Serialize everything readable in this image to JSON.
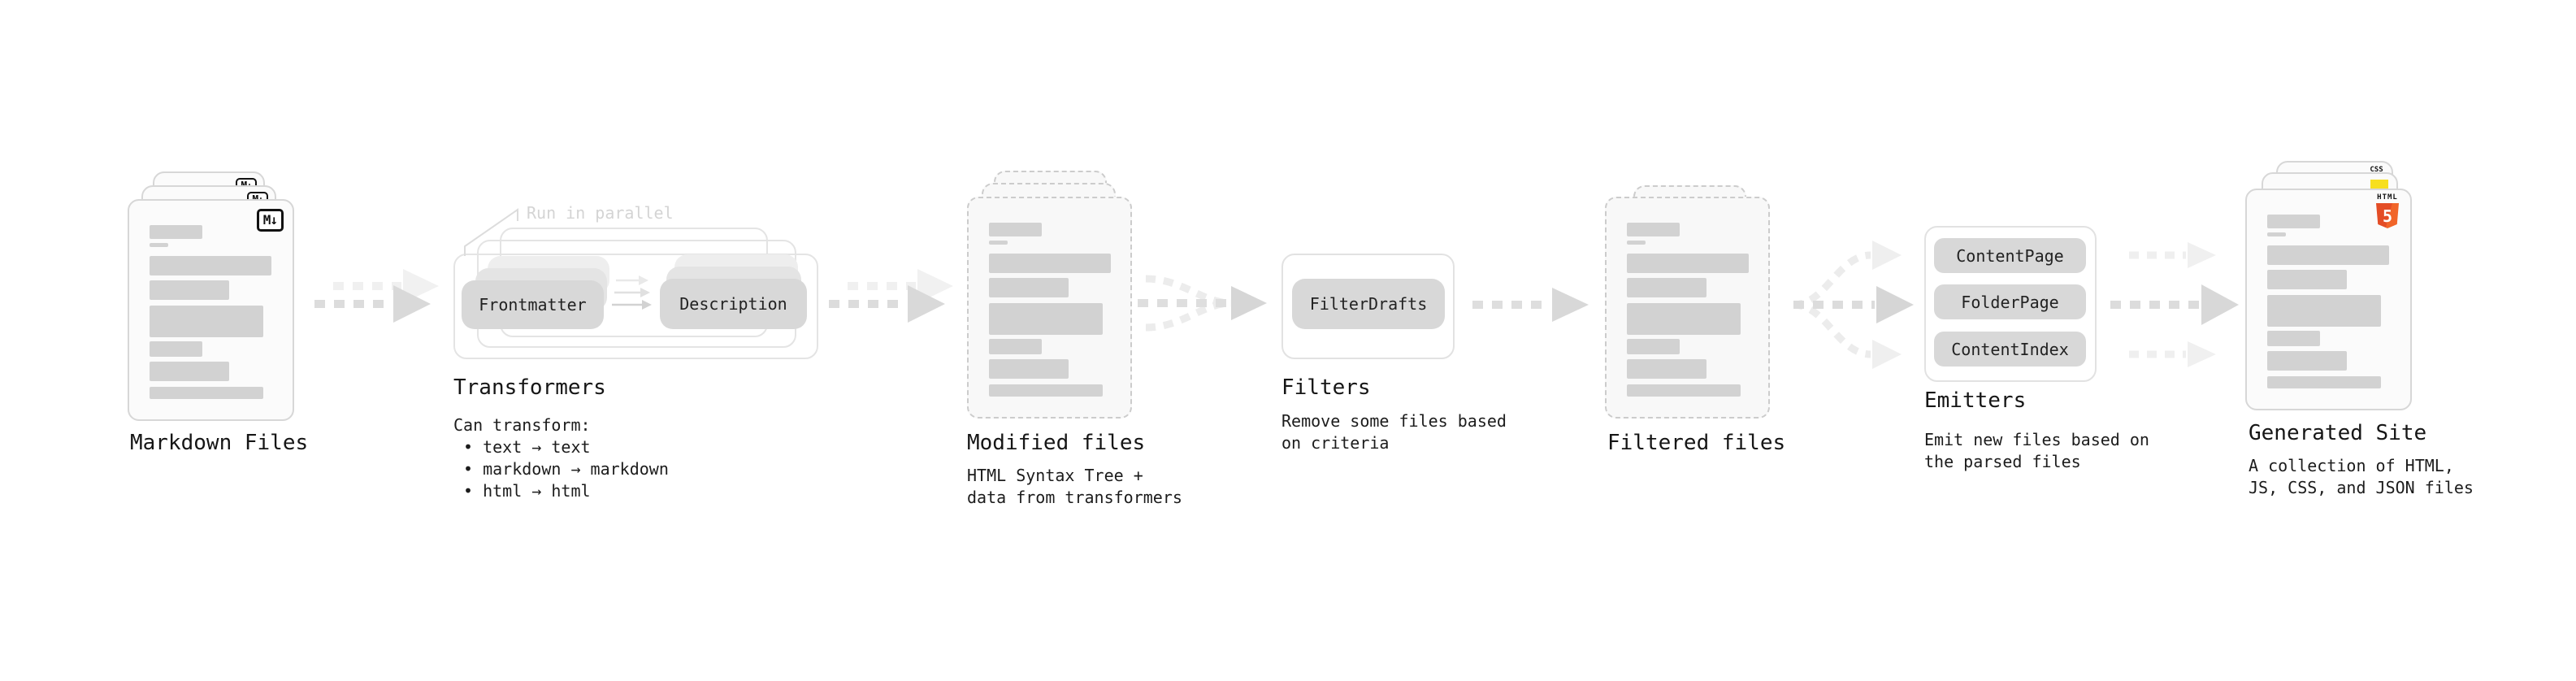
{
  "diagram": {
    "title_context": "Static site generation pipeline",
    "stages": {
      "markdown_files": {
        "label": "Markdown Files",
        "file_badge": "M↓"
      },
      "transformers": {
        "label": "Transformers",
        "annotation": "Run in parallel",
        "pill_left": "Frontmatter",
        "pill_right": "Description",
        "sub_title": "Can transform:",
        "bullets": [
          "• text → text",
          "• markdown → markdown",
          "• html → html"
        ]
      },
      "modified_files": {
        "label": "Modified files",
        "sub_line1": "HTML Syntax Tree +",
        "sub_line2": "data from transformers"
      },
      "filters": {
        "label": "Filters",
        "pill": "FilterDrafts",
        "sub_line1": "Remove some files based",
        "sub_line2": "on criteria"
      },
      "filtered_files": {
        "label": "Filtered files"
      },
      "emitters": {
        "label": "Emitters",
        "pills": [
          "ContentPage",
          "FolderPage",
          "ContentIndex"
        ],
        "sub_line1": "Emit new files based on",
        "sub_line2": "the parsed files"
      },
      "generated_site": {
        "label": "Generated Site",
        "sub_line1": "A collection of HTML,",
        "sub_line2": "JS, CSS, and JSON files",
        "css_badge": "CSS",
        "html_badge_label": "HTML",
        "html_badge_number": "5"
      }
    },
    "colors": {
      "html5_orange": "#e44d26",
      "js_yellow": "#f7df1e",
      "css_blue": "#2965f1",
      "arrow_gray": "#dcdcdc"
    }
  }
}
